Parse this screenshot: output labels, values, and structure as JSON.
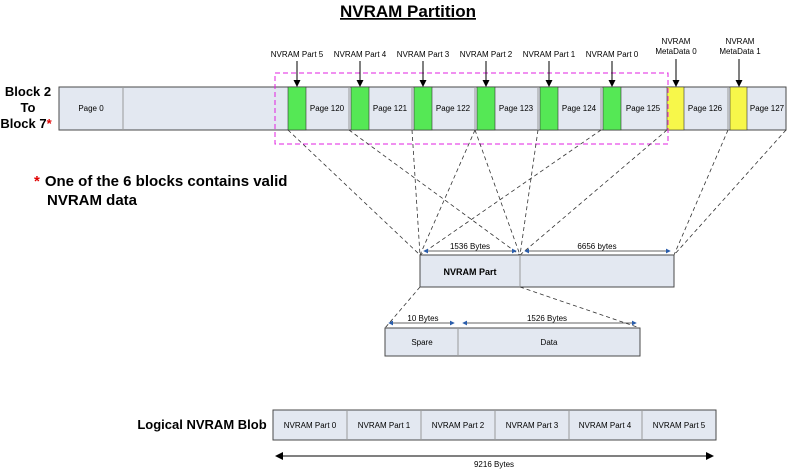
{
  "title": "NVRAM Partition",
  "block_label": {
    "line1": "Block 2",
    "line2": "To",
    "line3": "Block 7",
    "star": "*"
  },
  "pages": {
    "page0": "Page 0",
    "items": [
      "Page 120",
      "Page 121",
      "Page 122",
      "Page 123",
      "Page 124",
      "Page 125",
      "Page 126",
      "Page 127"
    ]
  },
  "markers": {
    "parts": [
      "NVRAM Part 5",
      "NVRAM Part 4",
      "NVRAM Part 3",
      "NVRAM Part 2",
      "NVRAM Part 1",
      "NVRAM Part 0"
    ],
    "metadata": [
      {
        "line1": "NVRAM",
        "line2": "MetaData 0"
      },
      {
        "line1": "NVRAM",
        "line2": "MetaData 1"
      }
    ]
  },
  "note": {
    "star": "*",
    "line1": "One of the 6 blocks contains valid",
    "line2": "NVRAM data"
  },
  "nvram_part_box": {
    "label": "NVRAM Part",
    "dim_left": "1536  Bytes",
    "dim_right": "6656 bytes"
  },
  "spare_box": {
    "spare": "Spare",
    "data": "Data",
    "dim_left": "10 Bytes",
    "dim_right": "1526 Bytes"
  },
  "blob": {
    "label": "Logical NVRAM Blob",
    "cells": [
      "NVRAM Part 0",
      "NVRAM Part 1",
      "NVRAM Part 2",
      "NVRAM Part 3",
      "NVRAM Part 4",
      "NVRAM Part 5"
    ],
    "size": "9216 Bytes"
  },
  "colors": {
    "cell_fill": "#e3e8f1",
    "part_green": "#55e855",
    "metadata_yellow": "#f7f74a",
    "highlight_magenta": "#e020e0",
    "star_red": "#e00000"
  }
}
